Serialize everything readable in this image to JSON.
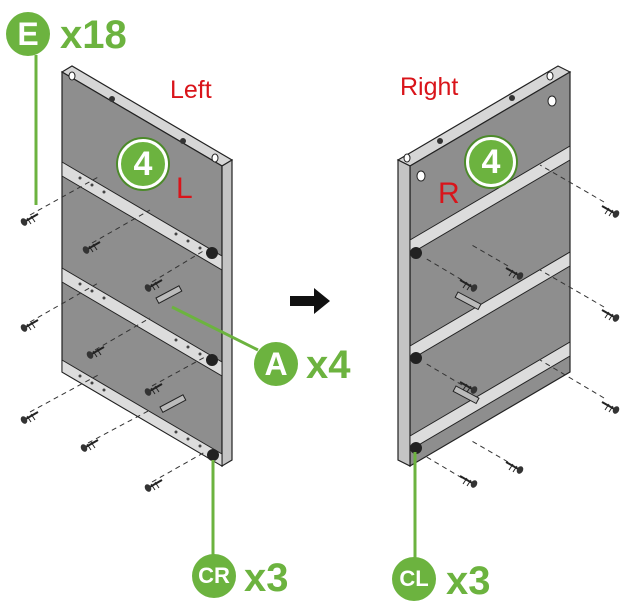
{
  "colors": {
    "accent_green": "#6cb33f",
    "label_red": "#d9141a",
    "panel_gray": "#8e8e8e"
  },
  "panels": {
    "left": {
      "title": "Left",
      "step": "4",
      "side_letter": "L"
    },
    "right": {
      "title": "Right",
      "step": "4",
      "side_letter": "R"
    }
  },
  "arrow_icon": "right-arrow-icon",
  "parts": {
    "E": {
      "letter": "E",
      "qty": "x18"
    },
    "A": {
      "letter": "A",
      "qty": "x4"
    },
    "CR": {
      "letter": "CR",
      "qty": "x3"
    },
    "CL": {
      "letter": "CL",
      "qty": "x3"
    }
  }
}
